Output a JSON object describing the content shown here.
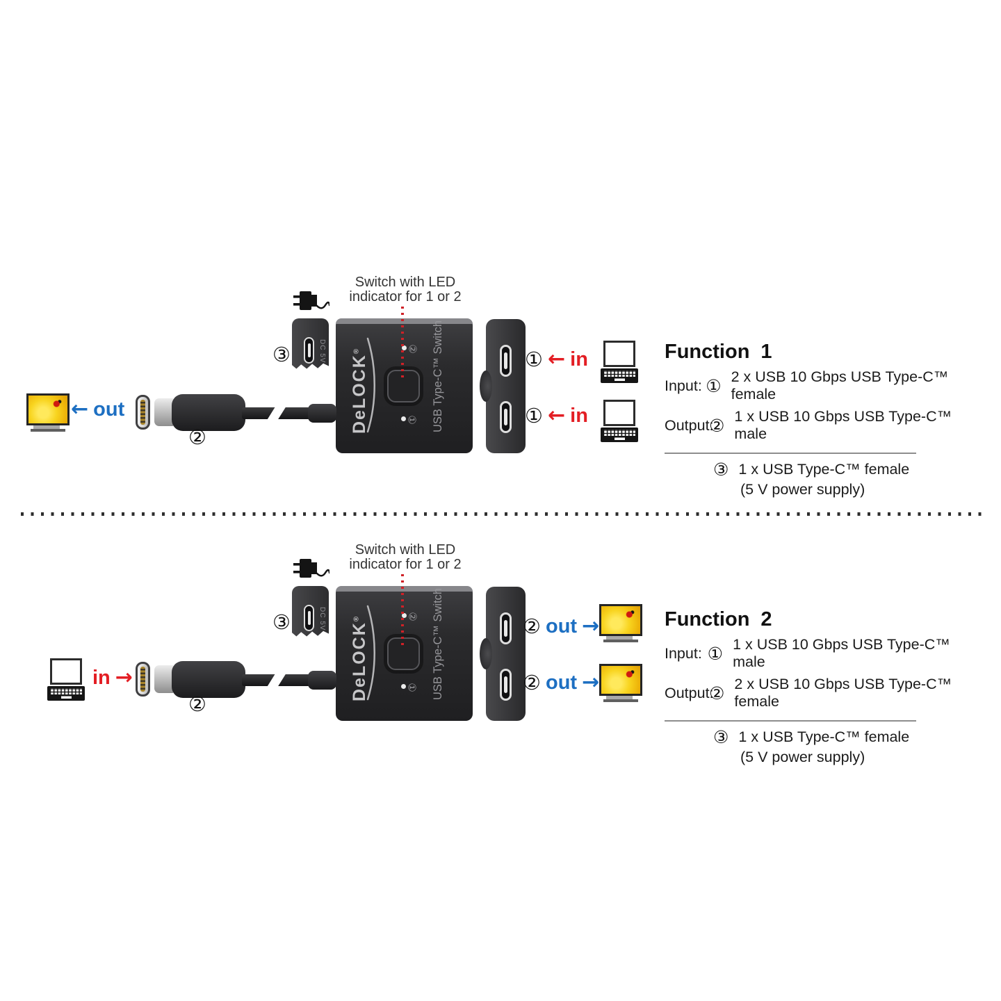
{
  "common": {
    "note_line1": "Switch with LED",
    "note_line2": "indicator for 1 or 2",
    "brand": "DeLOCK",
    "brand_reg": "®",
    "device_label": "USB Type-C™ Switch",
    "dc_port_label": "DC 5V",
    "led1": "①",
    "led2": "②",
    "num1": "①",
    "num2": "②",
    "num3": "③",
    "in_label": "in",
    "out_label": "out",
    "arrow_left": "←",
    "arrow_right": "→",
    "red": "#e31e24",
    "blue": "#1d6fc2"
  },
  "function1": {
    "title": "Function",
    "title_number": "1",
    "input_label": "Input:",
    "input_num": "①",
    "input_text": "2 x USB 10 Gbps USB Type-C™ female",
    "output_label": "Output:",
    "output_num": "②",
    "output_text": "1 x USB 10 Gbps USB Type-C™ male",
    "power_num": "③",
    "power_text": "1 x USB Type-C™ female",
    "power_note": "(5 V power supply)"
  },
  "function2": {
    "title": "Function",
    "title_number": "2",
    "input_label": "Input:",
    "input_num": "①",
    "input_text": "1 x USB 10 Gbps USB Type-C™ male",
    "output_label": "Output:",
    "output_num": "②",
    "output_text": "2 x USB 10 Gbps USB Type-C™ female",
    "power_num": "③",
    "power_text": "1 x USB Type-C™ female",
    "power_note": "(5 V power supply)"
  }
}
